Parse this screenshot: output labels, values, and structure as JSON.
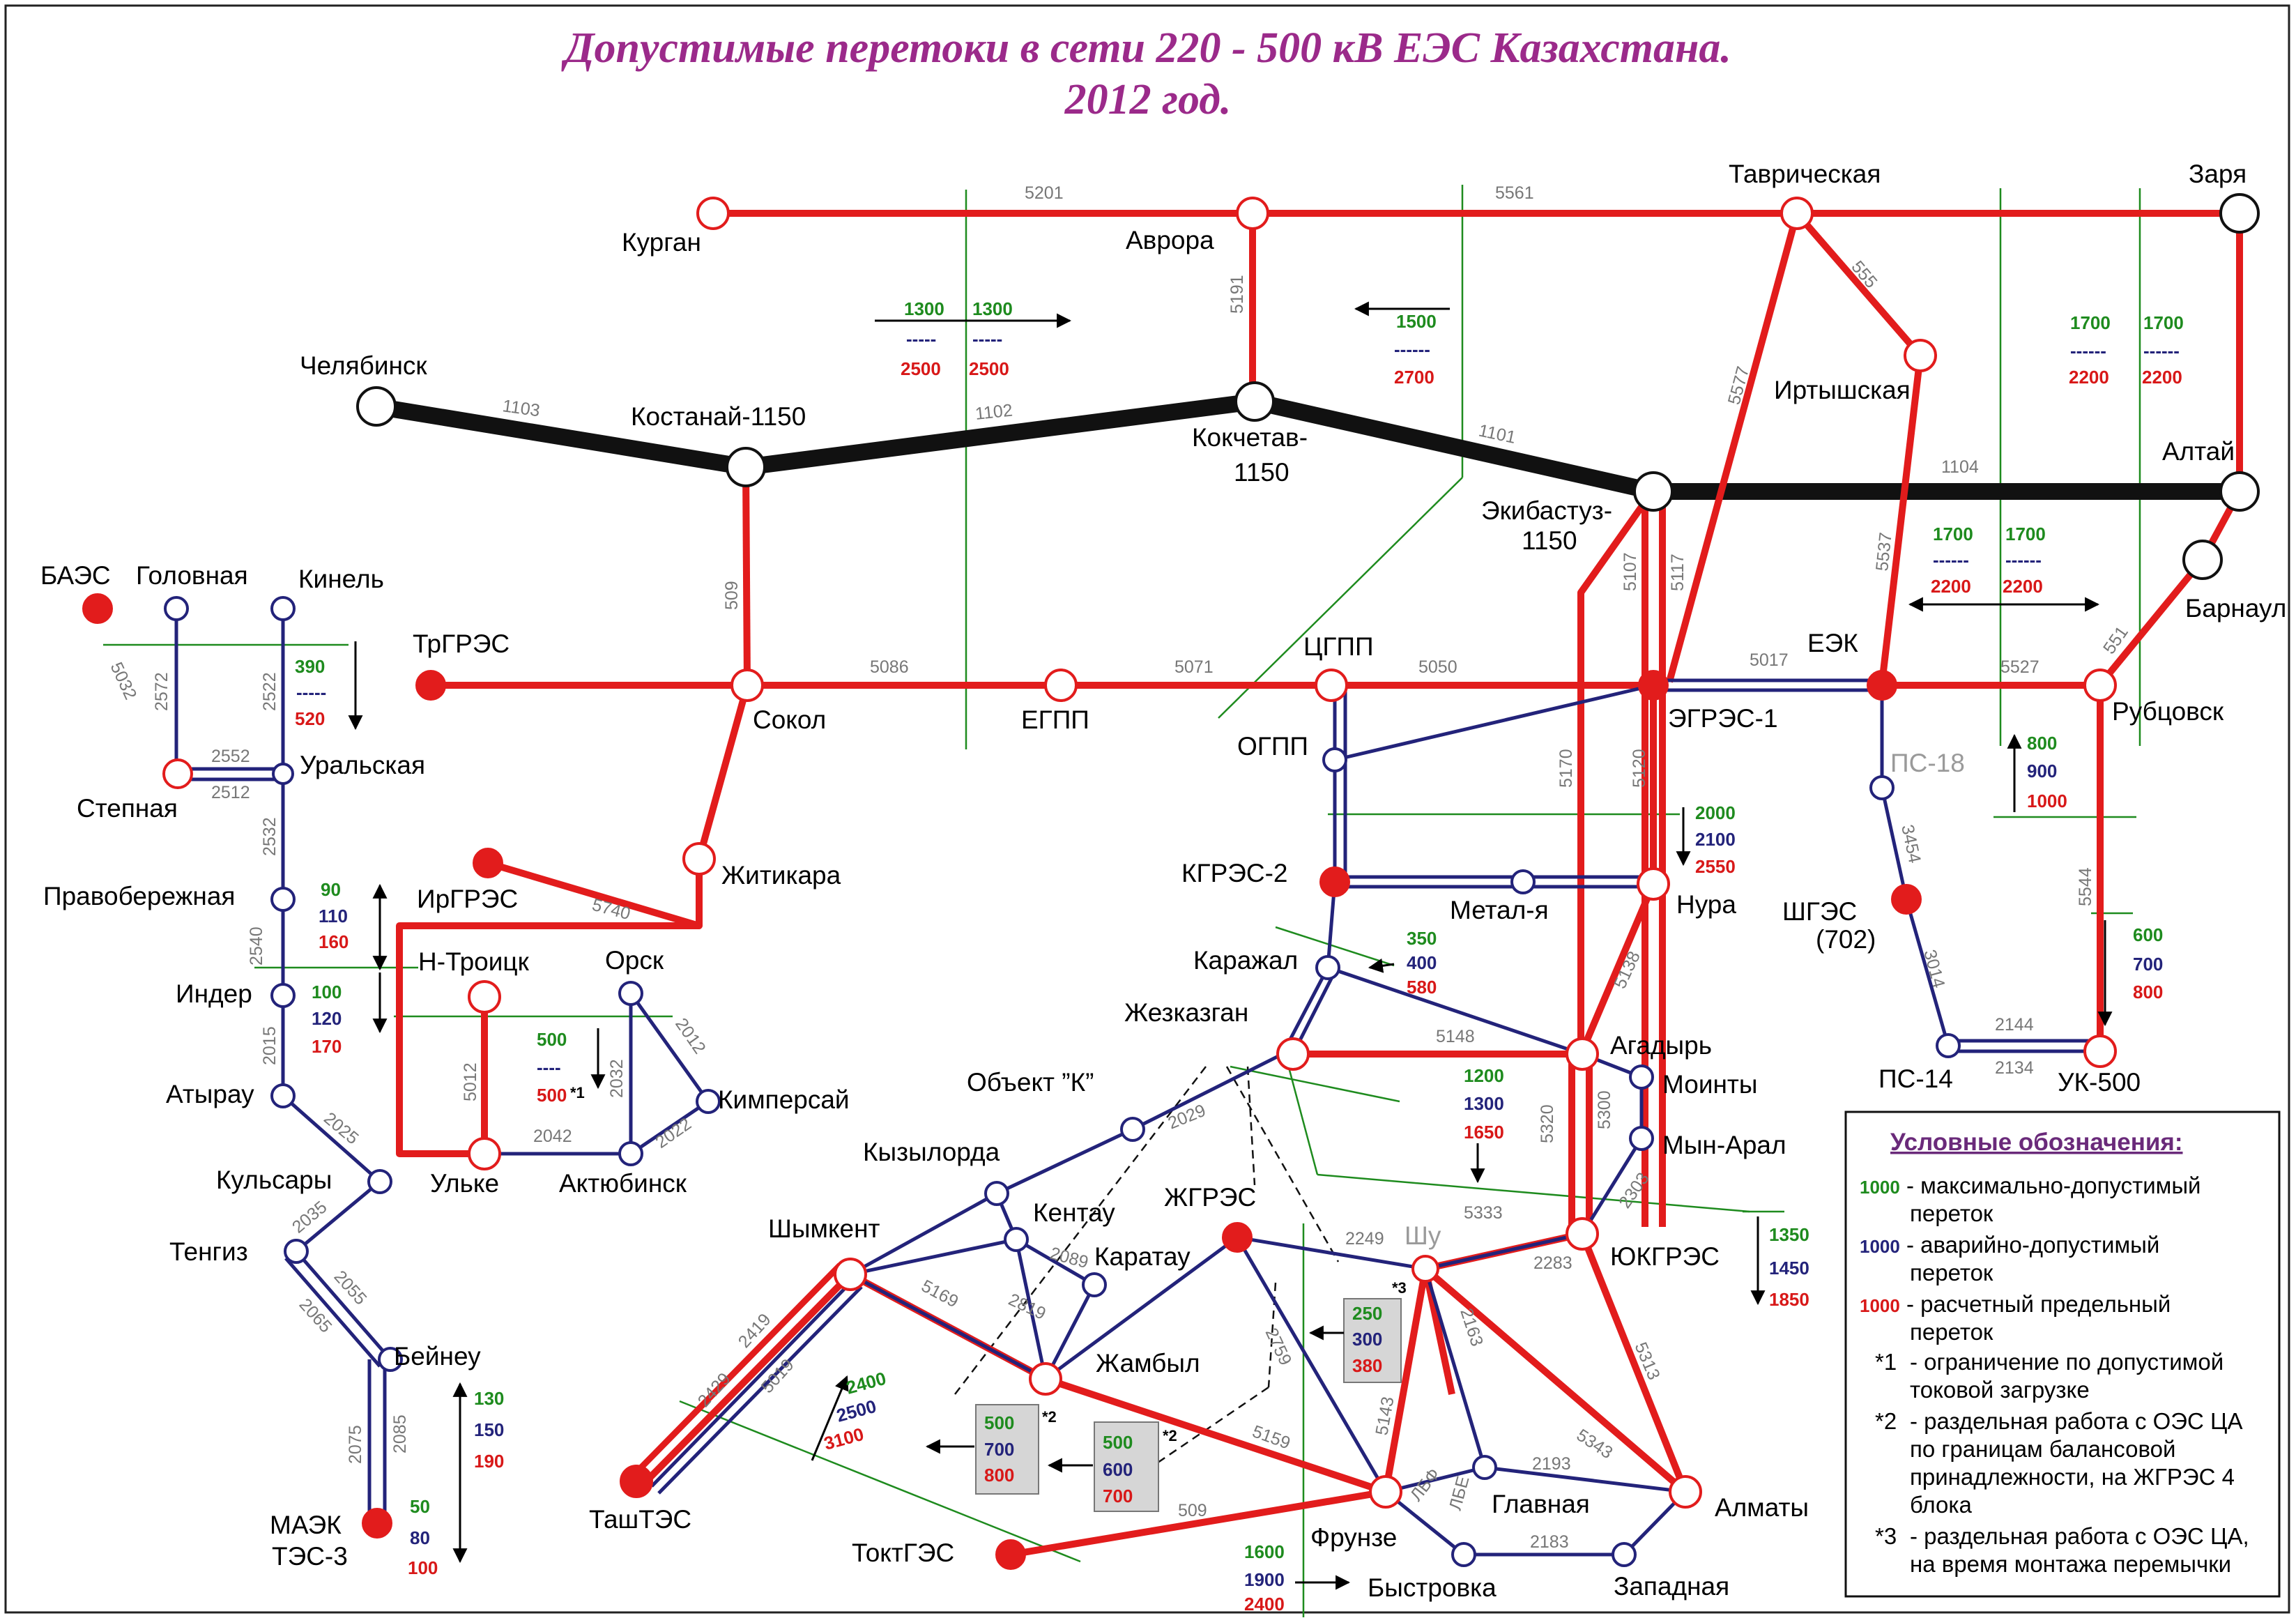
{
  "title": {
    "line1": "Допустимые перетоки в сети 220 - 500 кВ ЕЭС Казахстана.",
    "line2": "2012 год."
  },
  "colors": {
    "title": "#9b2a8a",
    "line_500": "#e21c1c",
    "line_220": "#23237a",
    "line_1150": "#111111",
    "allowable": "#1e8b1e",
    "emergency": "#23237a",
    "limit": "#d81818",
    "border": "#1e8b1e"
  },
  "nodes": {
    "kurgan": "Курган",
    "avrora": "Аврора",
    "tavricheskaya": "Таврическая",
    "zarya": "Заря",
    "chelyabinsk": "Челябинск",
    "kostanay": "Костанай-1150",
    "kokchetav1": "Кокчетав-",
    "kokchetav2": "1150",
    "irtyshskaya": "Иртышская",
    "altay": "Алтай",
    "ekibastuz1": "Экибастуз-",
    "ekibastuz2": "1150",
    "barnaul": "Барнаул",
    "baes": "БАЭС",
    "golovnaya": "Головная",
    "kinel": "Кинель",
    "trgres": "ТрГРЭС",
    "tsgpp": "ЦГПП",
    "eek": "ЕЭК",
    "rubtsovsk": "Рубцовск",
    "stepnaya": "Степная",
    "uralskaya": "Уральская",
    "sokol": "Сокол",
    "egpp": "ЕГПП",
    "egres1": "ЭГРЭС-1",
    "ogpp": "ОГПП",
    "ps18": "ПС-18",
    "pravoberezhnaya": "Правобережная",
    "zhitikara": "Житикара",
    "irgres": "ИрГРЭС",
    "kgres2": "КГРЭС-2",
    "metal": "Метал-я",
    "nura": "Нура",
    "shgres": "ШГЭС",
    "shgres_note": "(702)",
    "inder": "Индер",
    "ntroitsk": "Н-Троицк",
    "orsk": "Орск",
    "karazhal": "Каражал",
    "zhezkazgan": "Жезказган",
    "agadyr": "Агадырь",
    "ps14": "ПС-14",
    "uk500": "УК-500",
    "atyrau": "Атырау",
    "kimpersay": "Кимперсай",
    "obekt_k": "Объект ”К”",
    "mointy": "Моинты",
    "myn_aral": "Мын-Арал",
    "kulsary": "Кульсары",
    "ulke": "Ульке",
    "aktyubinsk": "Актюбинск",
    "kyzylorda": "Кызылорда",
    "zhgres": "ЖГРЭС",
    "shu": "Шу",
    "yukgres": "ЮКГРЭС",
    "tengiz": "Тенгиз",
    "shymkent": "Шымкент",
    "kentau": "Кентау",
    "karatau": "Каратау",
    "beyneu": "Бейнеу",
    "zhambyl": "Жамбыл",
    "maek1": "МАЭК",
    "maek2": "ТЭС-3",
    "tashtes": "ТашТЭС",
    "toktges": "ТоктГЭС",
    "frunze": "Фрунзе",
    "glavnaya": "Главная",
    "almaty": "Алматы",
    "bystrovka": "Быстровка",
    "zapadnaya": "Западная",
    "lbf": "ЛБФ",
    "lbe": "ЛБЕ"
  },
  "line_labels": {
    "l5201": "5201",
    "l5561": "5561",
    "l5191": "5191",
    "l555": "555",
    "l1103": "1103",
    "l1102": "1102",
    "l1101": "1101",
    "l5577": "5577",
    "l1104": "1104",
    "l509a": "509",
    "l5537": "5537",
    "l5107": "5107",
    "l5117": "5117",
    "l5086": "5086",
    "l5071": "5071",
    "l5050": "5050",
    "l5017": "5017",
    "l5527": "5527",
    "l551": "551",
    "l5032": "5032",
    "l2572": "2572",
    "l2522": "2522",
    "l2552": "2552",
    "l2512": "2512",
    "l2532": "2532",
    "l2540": "2540",
    "l2015": "2015",
    "l2025": "2025",
    "l2035": "2035",
    "l2055": "2055",
    "l2065": "2065",
    "l2075": "2075",
    "l2085": "2085",
    "l5740": "5740",
    "l5012": "5012",
    "l2032": "2032",
    "l2012": "2012",
    "l2042": "2042",
    "l2022": "2022",
    "l5170": "5170",
    "l5120": "5120",
    "l3454": "3454",
    "l5544": "5544",
    "l3014": "3014",
    "l2144": "2144",
    "l2134": "2134",
    "l5138": "5138",
    "l5148": "5148",
    "l5320": "5320",
    "l5300": "5300",
    "l2303": "2303",
    "l5333": "5333",
    "l2283": "2283",
    "l2249": "2249",
    "l2029": "2029",
    "l2089": "2089",
    "l2819": "2819",
    "l5169": "5169",
    "l2429": "2429",
    "l2419": "2419",
    "l5019": "5019",
    "l2759": "2759",
    "l5143": "5143",
    "l2163": "2163",
    "l5313": "5313",
    "l5343": "5343",
    "l2193": "2193",
    "l2183": "2183",
    "l5159": "5159",
    "l509b": "509"
  },
  "flows": {
    "kurgan_avrora_a": {
      "allowable": "1300",
      "limit": "2500"
    },
    "kurgan_avrora_b": {
      "allowable": "1300",
      "limit": "2500"
    },
    "kokchetav": {
      "allowable": "1500",
      "limit": "2700"
    },
    "altay_a": {
      "allowable": "1700",
      "limit": "2200"
    },
    "altay_b": {
      "allowable": "1700",
      "limit": "2200"
    },
    "eek_a": {
      "allowable": "1700",
      "limit": "2200"
    },
    "eek_b": {
      "allowable": "1700",
      "limit": "2200"
    },
    "uralsk": {
      "allowable": "390",
      "limit": "520"
    },
    "pravoberezhnaya": {
      "allowable": "90",
      "emergency": "110",
      "limit": "160"
    },
    "inder": {
      "allowable": "100",
      "emergency": "120",
      "limit": "170"
    },
    "ntroitsk": {
      "allowable": "500",
      "limit": "500",
      "note": "*1"
    },
    "beyneu": {
      "allowable": "130",
      "emergency": "150",
      "limit": "190"
    },
    "maek": {
      "allowable": "50",
      "emergency": "80",
      "limit": "100"
    },
    "ps18": {
      "allowable": "800",
      "emergency": "900",
      "limit": "1000"
    },
    "nura": {
      "allowable": "2000",
      "emergency": "2100",
      "limit": "2550"
    },
    "karazhal": {
      "allowable": "350",
      "emergency": "400",
      "limit": "580"
    },
    "uk500": {
      "allowable": "600",
      "emergency": "700",
      "limit": "800"
    },
    "agadyr": {
      "allowable": "1200",
      "emergency": "1300",
      "limit": "1650"
    },
    "yukgres": {
      "allowable": "1350",
      "emergency": "1450",
      "limit": "1850"
    },
    "shu": {
      "allowable": "250",
      "emergency": "300",
      "limit": "380",
      "note": "*3"
    },
    "tashtes": {
      "allowable": "2400",
      "emergency": "2500",
      "limit": "3100"
    },
    "zhambyl_a": {
      "allowable": "500",
      "emergency": "700",
      "limit": "800",
      "note": "*2"
    },
    "zhambyl_b": {
      "allowable": "500",
      "emergency": "600",
      "limit": "700",
      "note": "*2"
    },
    "bystrovka": {
      "allowable": "1600",
      "emergency": "1900",
      "limit": "2400"
    }
  },
  "legend": {
    "title": "Условные обозначения:",
    "items": [
      {
        "value": "1000",
        "text1": " - максимально-допустимый",
        "text2": "переток"
      },
      {
        "value": "1000",
        "text1": " - аварийно-допустимый",
        "text2": "переток"
      },
      {
        "value": "1000",
        "text1": " - расчетный предельный",
        "text2": "переток"
      }
    ],
    "notes": [
      {
        "mark": "*1",
        "lines": [
          "- ограничение по допустимой",
          "токовой загрузке"
        ]
      },
      {
        "mark": "*2",
        "lines": [
          "- раздельная работа с ОЭС ЦА",
          "по границам балансовой",
          "принадлежности, на ЖГРЭС 4",
          "блока"
        ]
      },
      {
        "mark": "*3",
        "lines": [
          "- раздельная работа с ОЭС ЦА,",
          "на время монтажа перемычки"
        ]
      }
    ]
  }
}
